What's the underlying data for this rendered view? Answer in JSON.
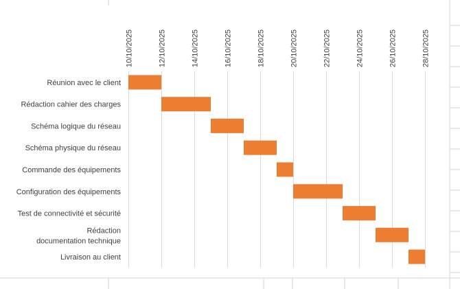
{
  "chart_data": {
    "type": "gantt",
    "title": "",
    "xlabel": "",
    "ylabel": "",
    "x_axis": {
      "min": "2025-10-10",
      "max": "2025-10-29",
      "tick_labels": [
        "10/10/2025",
        "12/10/2025",
        "14/10/2025",
        "16/10/2025",
        "18/10/2025",
        "20/10/2025",
        "22/10/2025",
        "24/10/2025",
        "26/10/2025",
        "28/10/2025"
      ],
      "position": "top",
      "grid": true
    },
    "tasks": [
      {
        "label": "Réunion avec le client",
        "start": "2025-10-10",
        "end": "2025-10-12"
      },
      {
        "label": "Rédaction cahier des charges",
        "start": "2025-10-12",
        "end": "2025-10-15"
      },
      {
        "label": "Schéma logique du réseau",
        "start": "2025-10-15",
        "end": "2025-10-17"
      },
      {
        "label": "Schéma physique du réseau",
        "start": "2025-10-17",
        "end": "2025-10-19"
      },
      {
        "label": "Commande des équipements",
        "start": "2025-10-19",
        "end": "2025-10-20"
      },
      {
        "label": "Configuration des équipements",
        "start": "2025-10-20",
        "end": "2025-10-23"
      },
      {
        "label": "Test de connectivité et sécurité",
        "start": "2025-10-23",
        "end": "2025-10-25"
      },
      {
        "label": "Rédaction documentation technique",
        "start": "2025-10-25",
        "end": "2025-10-27"
      },
      {
        "label": "Livraison au client",
        "start": "2025-10-27",
        "end": "2025-10-28"
      }
    ],
    "bar_color": "#ED7D31",
    "grid_color": "#D9D9D9"
  }
}
